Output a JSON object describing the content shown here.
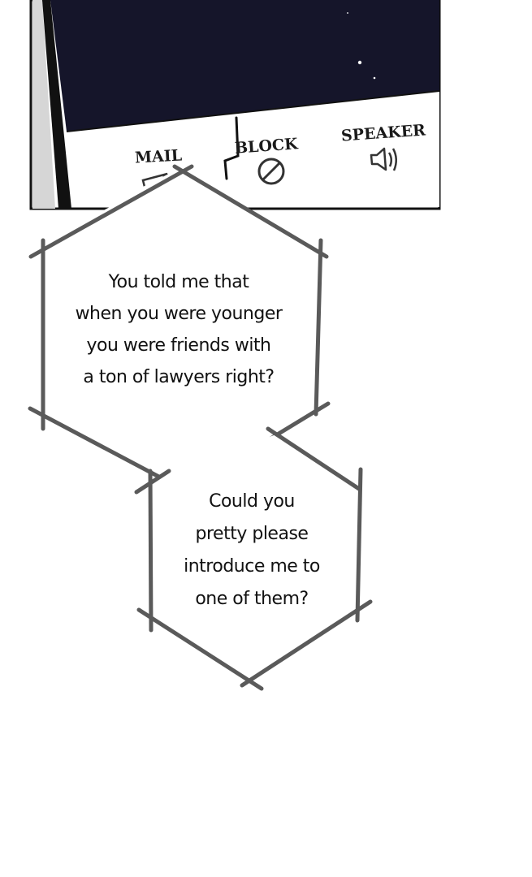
{
  "phone": {
    "buttons": [
      {
        "label": "MAIL",
        "icon": "send-icon"
      },
      {
        "label": "BLOCK",
        "icon": "block-icon"
      },
      {
        "label": "SPEAKER",
        "icon": "speaker-icon"
      }
    ]
  },
  "bubbles": [
    {
      "lines": [
        "You told me that",
        "when you were younger",
        "you were friends with",
        "a ton of lawyers right?"
      ]
    },
    {
      "lines": [
        "Could you",
        "pretty please",
        "introduce me to",
        "one of them?"
      ]
    }
  ],
  "colors": {
    "screen": "#15152a",
    "frame": "#111111",
    "bubble_outline": "#5a5a5a",
    "text": "#111111"
  }
}
